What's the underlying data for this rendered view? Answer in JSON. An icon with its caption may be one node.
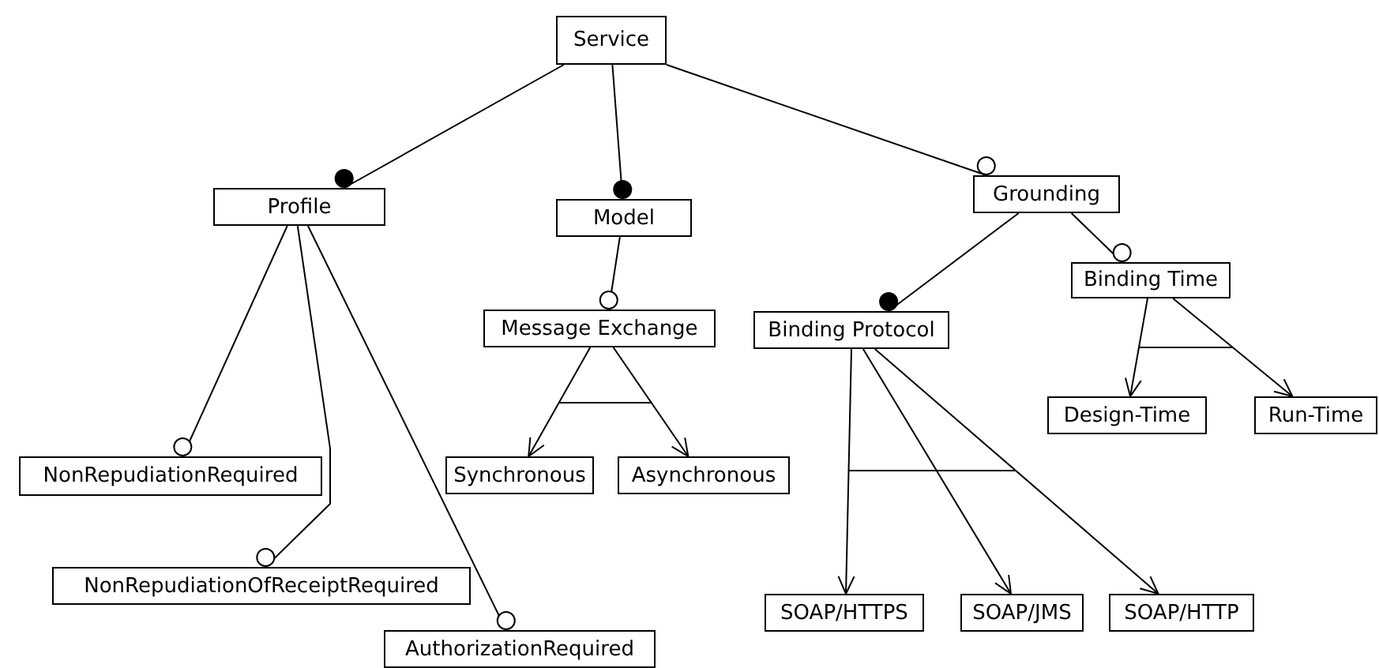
{
  "diagram": {
    "nodes": [
      {
        "text": [
          "Service"
        ]
      },
      {
        "text": [
          "Profile"
        ]
      },
      {
        "text": [
          "Model"
        ]
      },
      {
        "text": [
          "Grounding"
        ]
      },
      {
        "text": [
          "Message Exchange"
        ]
      },
      {
        "text": [
          "Binding Protocol"
        ]
      },
      {
        "text": [
          "Binding Time"
        ]
      },
      {
        "text": [
          "NonRepudiationRequired"
        ]
      },
      {
        "text": [
          "NonRepudiationOfReceiptRequired"
        ]
      },
      {
        "text": [
          "AuthorizationRequired"
        ]
      },
      {
        "text": [
          "Synchronous"
        ]
      },
      {
        "text": [
          "Asynchronous"
        ]
      },
      {
        "text": [
          "Design-Time"
        ]
      },
      {
        "text": [
          "Run-Time"
        ]
      },
      {
        "text": [
          "SOAP/HTTPS"
        ]
      },
      {
        "text": [
          "SOAP/JMS"
        ]
      },
      {
        "text": [
          "SOAP/HTTP"
        ]
      }
    ],
    "edges": [
      {
        "from": 0,
        "to": 1,
        "arrow": "other"
      },
      {
        "from": 0,
        "to": 2,
        "arrow": "other"
      },
      {
        "from": 0,
        "to": 3,
        "arrow": "other"
      },
      {
        "from": 1,
        "to": 7,
        "arrow": "other"
      },
      {
        "from": 1,
        "to": 8,
        "arrow": "other"
      },
      {
        "from": 1,
        "to": 9,
        "arrow": "other"
      },
      {
        "from": 2,
        "to": 4,
        "arrow": "other"
      },
      {
        "from": 4,
        "to": 10,
        "arrow": "to"
      },
      {
        "from": 4,
        "to": 11,
        "arrow": "to"
      },
      {
        "from": 3,
        "to": 5,
        "arrow": "other"
      },
      {
        "from": 3,
        "to": 6,
        "arrow": "other"
      },
      {
        "from": 5,
        "to": 14,
        "arrow": "to"
      },
      {
        "from": 5,
        "to": 15,
        "arrow": "to"
      },
      {
        "from": 5,
        "to": 16,
        "arrow": "to"
      },
      {
        "from": 6,
        "to": 12,
        "arrow": "to"
      },
      {
        "from": 6,
        "to": 13,
        "arrow": "to"
      }
    ]
  }
}
